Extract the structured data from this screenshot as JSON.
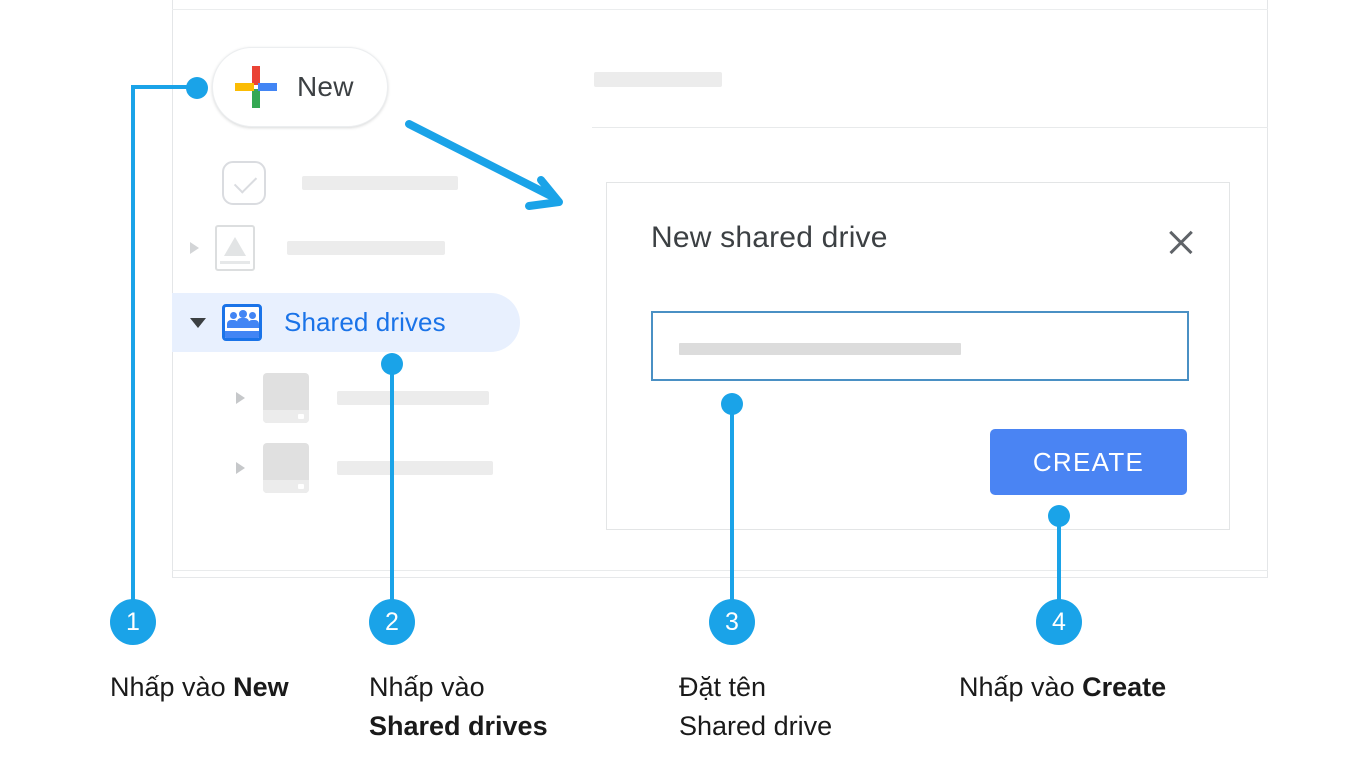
{
  "app": {
    "new_button": {
      "label": "New",
      "icon": "google-plus-icon"
    },
    "sidebar": {
      "items": [
        {
          "id": "priority",
          "icon": "checkbox-check-icon",
          "label": "",
          "selected": false,
          "expandable": false
        },
        {
          "id": "my-drive",
          "icon": "drive-triangle-icon",
          "label": "",
          "selected": false,
          "expandable": true
        },
        {
          "id": "shared-drives",
          "icon": "people-shared-drive-icon",
          "label": "Shared drives",
          "selected": true,
          "expandable": true
        },
        {
          "id": "shared-drive-child-1",
          "icon": "hard-drive-icon",
          "label": "",
          "selected": false,
          "expandable": true
        },
        {
          "id": "shared-drive-child-2",
          "icon": "hard-drive-icon",
          "label": "",
          "selected": false,
          "expandable": true
        }
      ]
    }
  },
  "dialog": {
    "title": "New shared drive",
    "close_icon": "close-x-icon",
    "name_input": {
      "value": "",
      "placeholder": ""
    },
    "create_button": {
      "label": "CREATE"
    }
  },
  "annotations": {
    "steps": [
      {
        "number": "1",
        "text_prefix": "Nhấp vào ",
        "text_bold": "New",
        "text_suffix": ""
      },
      {
        "number": "2",
        "text_prefix": "Nhấp vào",
        "text_bold": "Shared drives",
        "text_suffix": ""
      },
      {
        "number": "3",
        "text_prefix": "Đặt tên",
        "text_bold": "",
        "text_suffix": "Shared drive"
      },
      {
        "number": "4",
        "text_prefix": "Nhấp vào ",
        "text_bold": "Create",
        "text_suffix": ""
      }
    ]
  },
  "colors": {
    "annotation_blue": "#1aa3e8",
    "google_blue": "#4285f4",
    "drive_selected_bg": "#e8f0fe",
    "drive_selected_text": "#1a73e8",
    "create_button_bg": "#4a84f3",
    "input_border": "#4a90c4",
    "plus_red": "#ea4335",
    "plus_yellow": "#fbbc04",
    "plus_green": "#34a853",
    "plus_blue": "#4285f4"
  }
}
